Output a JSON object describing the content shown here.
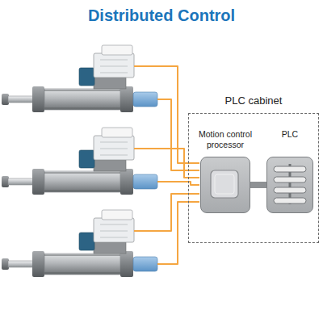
{
  "diagram": {
    "title": "Distributed Control",
    "nodes": [
      {
        "text": [
          "PLC cabinet"
        ]
      },
      {
        "text": [
          "Motion control processor"
        ],
        "in": 0
      },
      {
        "text": [
          "PLC"
        ],
        "in": 0
      }
    ],
    "edges": [
      {
        "from": 1,
        "to": 2,
        "arrow": "none"
      }
    ]
  }
}
